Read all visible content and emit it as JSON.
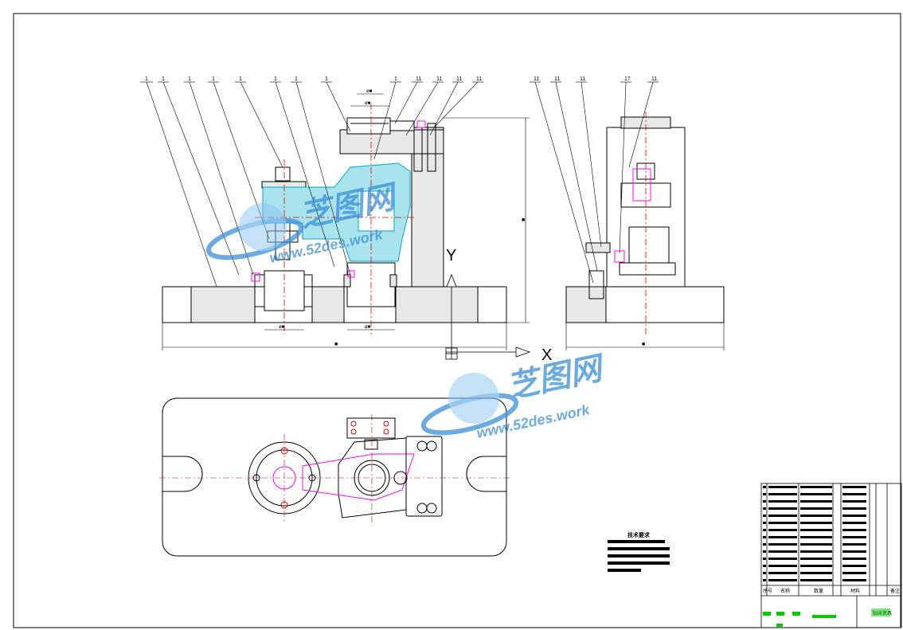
{
  "views": {
    "front_leaders": [
      "1",
      "1",
      "1",
      "1",
      "1",
      "1",
      "1",
      "1",
      "1",
      "11",
      "11",
      "11",
      "11"
    ],
    "side_leaders": [
      "11",
      "11",
      "11",
      "17",
      "11"
    ],
    "axis_y": "Y",
    "axis_x": "X",
    "dim_front_width": "■",
    "dim_front_height": "■",
    "dim_side_width": "■",
    "dim_small_1": "ø■",
    "dim_small_2": "ø■",
    "dim_small_3": "ø■",
    "dim_small_4": "ø■"
  },
  "notes": {
    "title": "技术要求"
  },
  "title_block": {
    "col_marker": "序号",
    "col_name": "名称",
    "col_count": "数量",
    "col_material": "材料",
    "col_remark": "备注",
    "drawing_name_box": "钻床夹具"
  },
  "watermarks": [
    {
      "text_cn": "芝图网",
      "text_url": "www.52des.work"
    },
    {
      "text_cn": "芝图网",
      "text_url": "www.52des.work"
    }
  ],
  "colors": {
    "line": "#000000",
    "section_hatch": "#00a8c0",
    "highlight": "#ff00ff",
    "center_line": "#e00000",
    "watermark": "#3b8fd9",
    "title_green": "#00cc00"
  }
}
